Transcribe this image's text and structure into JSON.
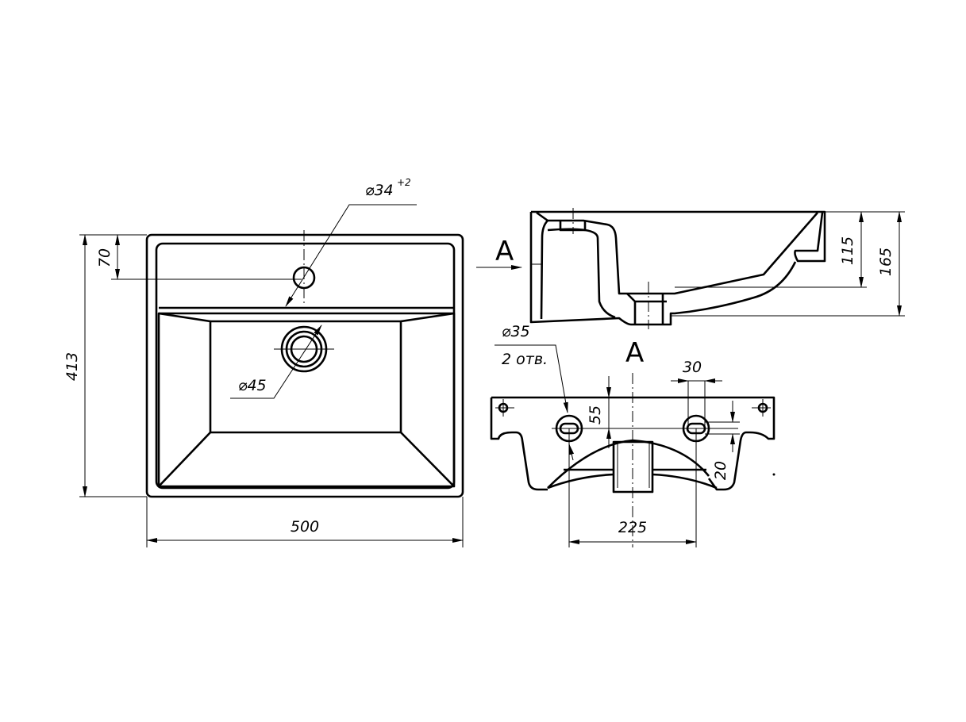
{
  "top_view": {
    "faucet_hole": "⌀34",
    "faucet_tolerance": "+2",
    "faucet_offset": "70",
    "depth": "413",
    "width": "500",
    "drain_hole": "⌀45"
  },
  "side_view": {
    "view_marker": "A",
    "bowl_depth": "115",
    "total_height": "165"
  },
  "view_a": {
    "title": "A",
    "mount_holes": "⌀35",
    "mount_holes_count": "2 отв.",
    "hole_slot": "30",
    "hole_offset": "55",
    "slot_height": "20",
    "hole_spacing": "225"
  }
}
